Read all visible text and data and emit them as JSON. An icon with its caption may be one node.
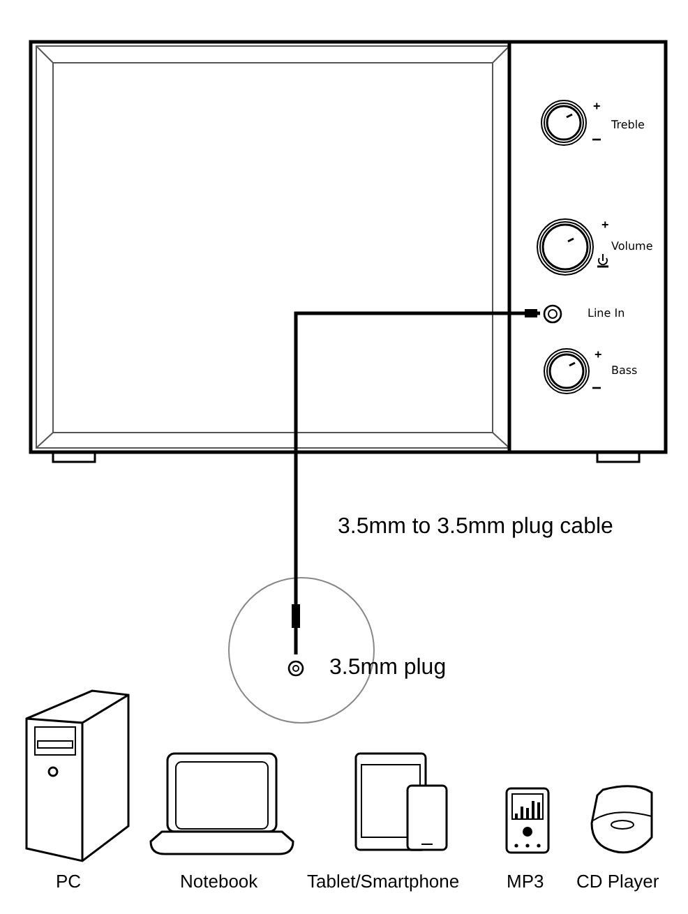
{
  "diagram": {
    "nodes": [
      {
        "text": [
          "Line In"
        ]
      },
      {
        "text": [
          "3.5mm plug"
        ]
      }
    ],
    "edges": [
      {
        "from": 0,
        "to": 1,
        "arrow": "other",
        "label": "3.5mm to 3.5mm plug cable"
      }
    ],
    "labels": [
      "+",
      "Treble",
      "−",
      "+",
      "Volume",
      "+",
      "Bass",
      "−",
      "PC",
      "Notebook",
      "Tablet/Smartphone",
      "MP3",
      "CD Player"
    ]
  }
}
